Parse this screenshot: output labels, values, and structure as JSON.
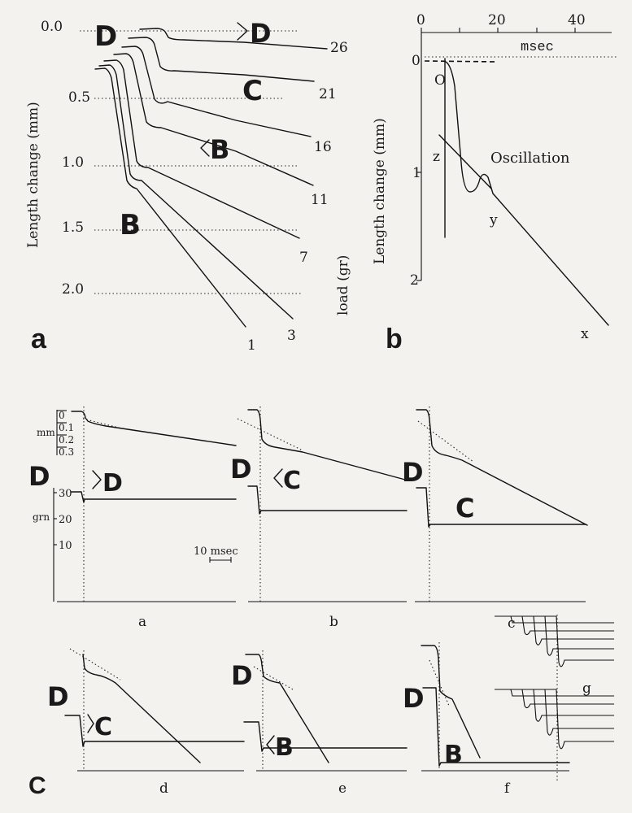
{
  "panel_a": {
    "panel_label": "a",
    "y_axis_title": "Length change (mm)",
    "y_ticks": [
      "0.0",
      "0.5",
      "1.0",
      "1.5",
      "2.0"
    ],
    "right_axis_title": "load (gr)",
    "trace_loads": [
      "26",
      "21",
      "16",
      "11",
      "7",
      "3",
      "1"
    ],
    "region_labels": {
      "d_left": "D",
      "gt_d": "D",
      "c": "C",
      "lt_b": "B",
      "b": "B"
    }
  },
  "panel_b": {
    "panel_label": "b",
    "x_axis_title": "msec",
    "x_ticks": [
      "0",
      "20",
      "40"
    ],
    "y_axis_title": "Length change (mm)",
    "y_ticks": [
      "0",
      "1",
      "2"
    ],
    "oscillation_label": "Oscillation",
    "point_labels": {
      "o": "O",
      "z": "z",
      "y": "y",
      "x": "x"
    }
  },
  "lower": {
    "length_scale_unit": "mm",
    "length_scale_ticks": [
      "0",
      "0.1",
      "0.2",
      "0.3"
    ],
    "load_scale_unit": "grn",
    "load_scale_ticks": [
      "30",
      "20",
      "10"
    ],
    "time_scale": "10 msec",
    "subpanels": [
      {
        "label": "a",
        "regime": "D"
      },
      {
        "label": "b",
        "regime": "C"
      },
      {
        "label": "c",
        "regime": "C"
      },
      {
        "label": "d",
        "regime": "C"
      },
      {
        "label": "e",
        "regime": "B"
      },
      {
        "label": "f",
        "regime": "B"
      },
      {
        "label": "g",
        "regime": ""
      }
    ],
    "d_labels": [
      "D",
      "D",
      "D",
      "D",
      "D",
      "D"
    ],
    "left_margin_letter": "C"
  }
}
